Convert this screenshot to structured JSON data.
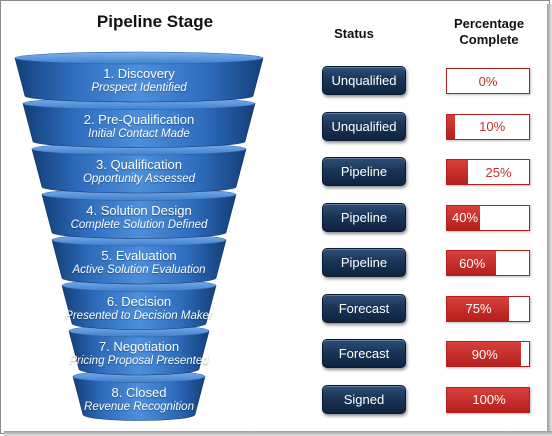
{
  "headers": {
    "stage": "Pipeline Stage",
    "status": "Status",
    "percentage_line1": "Percentage",
    "percentage_line2": "Complete"
  },
  "colors": {
    "funnel_blue": "#2f6fc0",
    "status_navy": "#1a3558",
    "progress_red": "#c0302c"
  },
  "stages": [
    {
      "title": "1. Discovery",
      "subtitle": "Prospect Identified",
      "status": "Unqualified",
      "percent": 0,
      "percent_label": "0%"
    },
    {
      "title": "2. Pre-Qualification",
      "subtitle": "Initial Contact Made",
      "status": "Unqualified",
      "percent": 10,
      "percent_label": "10%"
    },
    {
      "title": "3. Qualification",
      "subtitle": "Opportunity Assessed",
      "status": "Pipeline",
      "percent": 25,
      "percent_label": "25%"
    },
    {
      "title": "4. Solution Design",
      "subtitle": "Complete Solution Defined",
      "status": "Pipeline",
      "percent": 40,
      "percent_label": "40%"
    },
    {
      "title": "5. Evaluation",
      "subtitle": "Active Solution Evaluation",
      "status": "Pipeline",
      "percent": 60,
      "percent_label": "60%"
    },
    {
      "title": "6. Decision",
      "subtitle": "Presented to Decision Maker",
      "status": "Forecast",
      "percent": 75,
      "percent_label": "75%"
    },
    {
      "title": "7. Negotiation",
      "subtitle": "Pricing Proposal Presented",
      "status": "Forecast",
      "percent": 90,
      "percent_label": "90%"
    },
    {
      "title": "8. Closed",
      "subtitle": "Revenue Recognition",
      "status": "Signed",
      "percent": 100,
      "percent_label": "100%"
    }
  ]
}
